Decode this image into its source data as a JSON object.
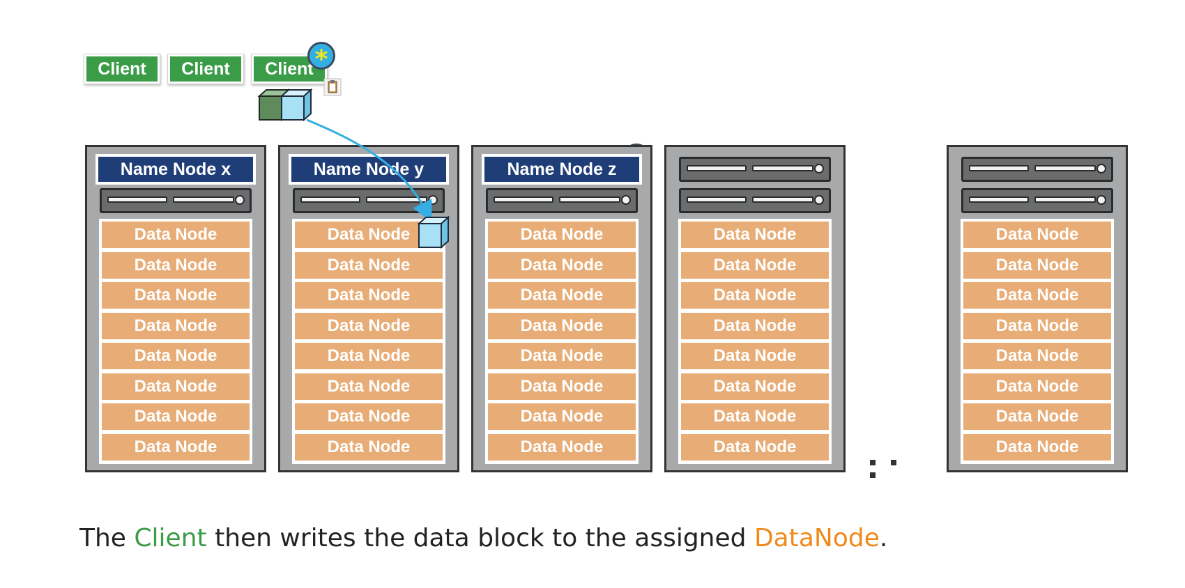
{
  "clients": [
    "Client",
    "Client",
    "Client"
  ],
  "racks": [
    {
      "name_node": "Name Node x",
      "slots": 1,
      "data_nodes": [
        "Data Node",
        "Data Node",
        "Data Node",
        "Data Node",
        "Data Node",
        "Data Node",
        "Data Node",
        "Data Node"
      ]
    },
    {
      "name_node": "Name Node y",
      "slots": 1,
      "data_nodes": [
        "Data Node",
        "Data Node",
        "Data Node",
        "Data Node",
        "Data Node",
        "Data Node",
        "Data Node",
        "Data Node"
      ]
    },
    {
      "name_node": "Name Node z",
      "slots": 1,
      "data_nodes": [
        "Data Node",
        "Data Node",
        "Data Node",
        "Data Node",
        "Data Node",
        "Data Node",
        "Data Node",
        "Data Node"
      ]
    },
    {
      "name_node": "",
      "slots": 2,
      "data_nodes": [
        "Data Node",
        "Data Node",
        "Data Node",
        "Data Node",
        "Data Node",
        "Data Node",
        "Data Node",
        "Data Node"
      ]
    },
    {
      "name_node": "",
      "slots": 2,
      "data_nodes": [
        "Data Node",
        "Data Node",
        "Data Node",
        "Data Node",
        "Data Node",
        "Data Node",
        "Data Node",
        "Data Node"
      ]
    }
  ],
  "ellipsis": "...",
  "star_symbol": "*",
  "caption": {
    "part1": "The ",
    "client": "Client",
    "part2": " then writes the data block to the assigned ",
    "datanode": "DataNode",
    "part3": "."
  },
  "colors": {
    "client_green": "#3a9c47",
    "name_node_blue": "#1f3e78",
    "data_node_orange": "#e8ad77",
    "caption_datanode": "#f08a1a",
    "arrow_blue": "#35aee3"
  }
}
